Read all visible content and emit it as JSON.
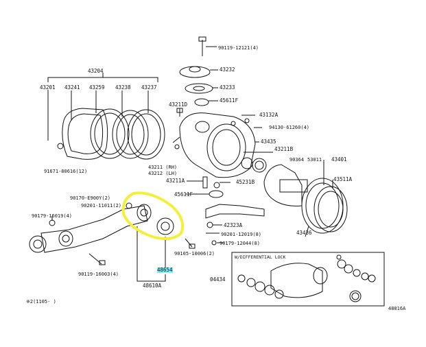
{
  "parts": {
    "p43204": "43204",
    "p43201": "43201",
    "p43241": "43241",
    "p43259": "43259",
    "p43238": "43238",
    "p43237": "43237",
    "p90119_12121": "90119-12121(4)",
    "p43232": "43232",
    "p43233": "43233",
    "p45611F_top": "45611F",
    "p43211D": "43211D",
    "p43132A": "43132A",
    "p94130": "94130-61260(4)",
    "p43435": "43435",
    "p43211B": "43211B",
    "p90364": "90364",
    "p53011": "53011",
    "p43401": "43401",
    "p91671": "91671-80616(12)",
    "p43211RH": "43211 (RH)",
    "p43212LH": "43212 (LH)",
    "p43211A": "43211A",
    "p45231B": "45231B",
    "p43511A": "43511A",
    "p90170_E": "90170-E900Y(2)",
    "p90201_1": "90201-11011(2)",
    "p45611F_mid": "45611F",
    "p90179_16019": "90179-16019(4)",
    "p42323A": "42323A",
    "p90201_12019": "90201-12019(8)",
    "p90179_12044": "90179-12044(8)",
    "p43436": "43436",
    "p90105": "90105-10006(2)",
    "p48654": "48654",
    "p90119_16003": "90119-16003(4)",
    "p48610A": "48610A",
    "p04434": "04434",
    "footer_left": "※2(1105-    )",
    "footer_right": "48016A"
  },
  "inset": {
    "title": "W/DIFFERENTIAL LOCK"
  },
  "colors": {
    "line": "#111111",
    "highlight_circle": "#f3f03a",
    "highlight_label": "#7ff0f5"
  }
}
